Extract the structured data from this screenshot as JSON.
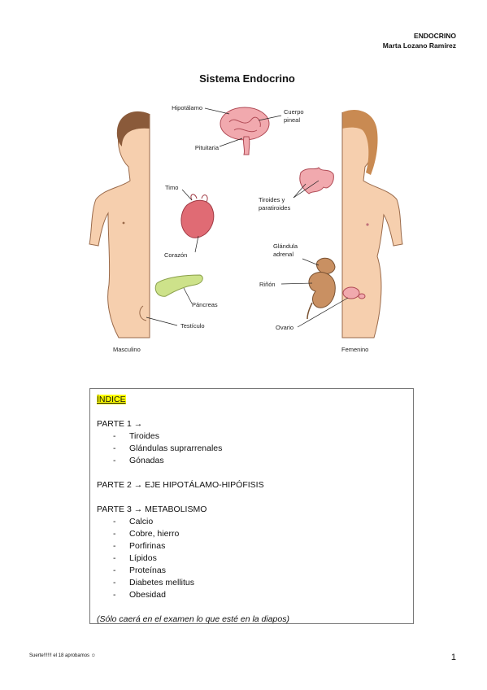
{
  "header": {
    "line1": "ENDOCRINO",
    "line2": "Marta Lozano Ramírez"
  },
  "figure": {
    "title": "Sistema Endocrino",
    "labels": {
      "hipotalamo": "Hipotálamo",
      "cuerpo_pineal_1": "Cuerpo",
      "cuerpo_pineal_2": "pineal",
      "pituitaria": "Pituitaria",
      "timo": "Timo",
      "tiroides_1": "Tiroides y",
      "tiroides_2": "paratiroides",
      "corazon": "Corazón",
      "glandula_adrenal_1": "Glándula",
      "glandula_adrenal_2": "adrenal",
      "rinon": "Riñón",
      "pancreas": "Páncreas",
      "testiculo": "Testículo",
      "ovario": "Ovario",
      "masculino": "Masculino",
      "femenino": "Femenino"
    },
    "colors": {
      "skin": "#f6cfae",
      "organ_pink": "#f1a9ae",
      "organ_red": "#e06b74",
      "pancreas": "#cde28a",
      "kidney": "#c99062",
      "hair_male": "#8a5a3a",
      "hair_female": "#c98a52"
    }
  },
  "index": {
    "title": "ÍNDICE",
    "part1": "PARTE 1 →",
    "part1_items": [
      "Tiroides",
      "Glándulas suprarrenales",
      "Gónadas"
    ],
    "part2": "PARTE 2 → EJE HIPOTÁLAMO-HIPÓFISIS",
    "part3": "PARTE 3 → METABOLISMO",
    "part3_items": [
      "Calcio",
      "Cobre, hierro",
      "Porfirinas",
      "Lípidos",
      "Proteínas",
      "Diabetes mellitus",
      "Obesidad"
    ],
    "dash": "-",
    "note": "(Sólo caerá en el examen  lo que esté en la diapos)"
  },
  "footer": {
    "text": "Suerte!!!!!! el 18 aprobamos ☺",
    "page_number": "1"
  }
}
